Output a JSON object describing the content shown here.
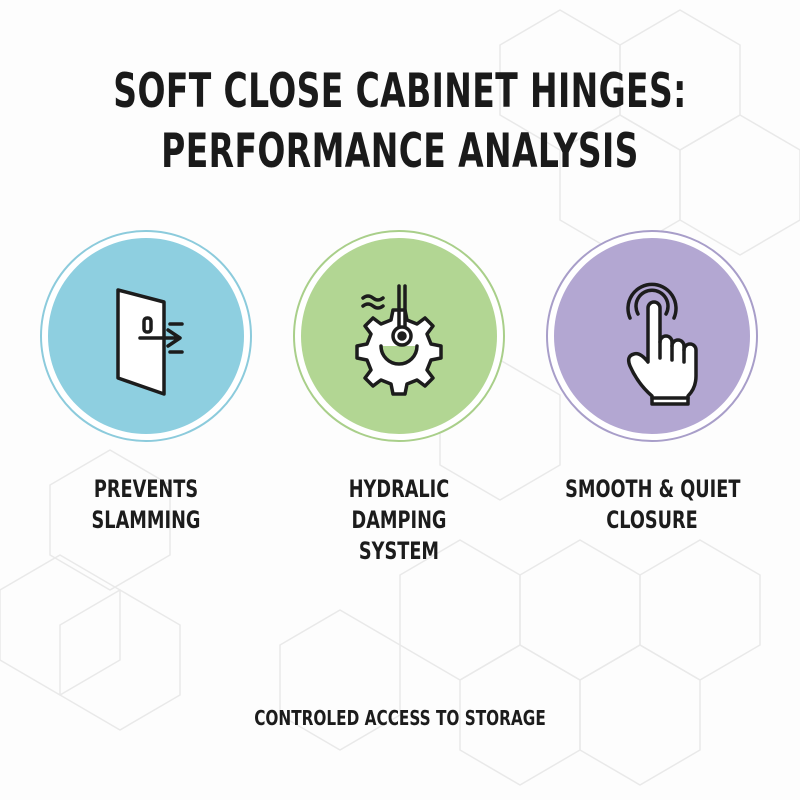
{
  "title": {
    "line1": "SOFT CLOSE CABINET HINGES:",
    "line2": "PERFORMANCE ANALYSIS"
  },
  "features": [
    {
      "icon": "door-arrow-icon",
      "color": "#8ecfe0",
      "label_lines": [
        "PREVENTS",
        "SLAMMING"
      ]
    },
    {
      "icon": "gear-piston-icon",
      "color": "#b2d693",
      "label_lines": [
        "HYDRALIC",
        "DAMPING",
        "SYSTEM"
      ]
    },
    {
      "icon": "touch-hand-icon",
      "color": "#b3a7d2",
      "label_lines": [
        "SMOOTH & QUIET",
        "CLOSURE"
      ]
    }
  ],
  "footer": "CONTROLED ACCESS TO STORAGE"
}
